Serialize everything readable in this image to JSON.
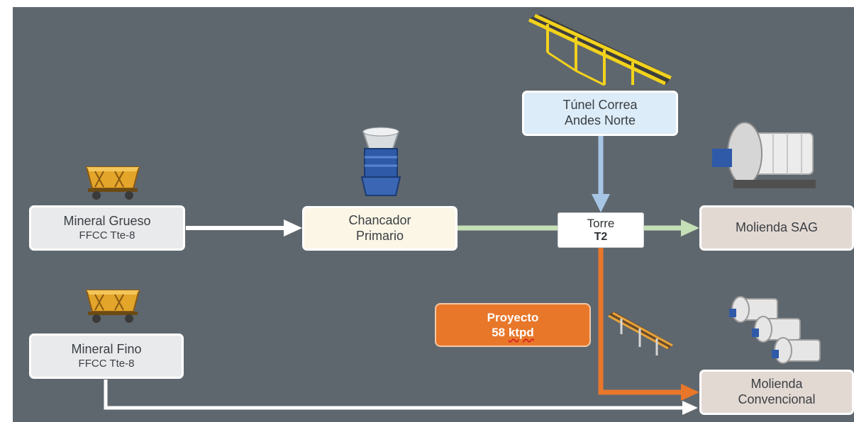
{
  "nodes": {
    "mineral_grueso": {
      "line1": "Mineral Grueso",
      "line2": "FFCC Tte-8"
    },
    "mineral_fino": {
      "line1": "Mineral Fino",
      "line2": "FFCC Tte-8"
    },
    "chancador": {
      "line1": "Chancador",
      "line2": "Primario"
    },
    "tunel": {
      "line1": "Túnel Correa",
      "line2": "Andes Norte"
    },
    "torre": {
      "line1": "Torre",
      "line2": "T2"
    },
    "molienda_sag": {
      "line1": "Molienda SAG"
    },
    "molienda_conv": {
      "line1": "Molienda",
      "line2": "Convencional"
    }
  },
  "project": {
    "line1": "Proyecto",
    "value": "58",
    "unit": "ktpd"
  },
  "colors": {
    "background": "#5f676e",
    "white_flow": "#ffffff",
    "green_flow": "#c5dfb7",
    "blue_flow": "#a7c6e6",
    "orange_flow": "#e8772a"
  },
  "icons": [
    "ore-rail-car-icon",
    "gyratory-crusher-icon",
    "belt-conveyor-icon",
    "sag-mill-icon",
    "ball-mills-icon"
  ]
}
